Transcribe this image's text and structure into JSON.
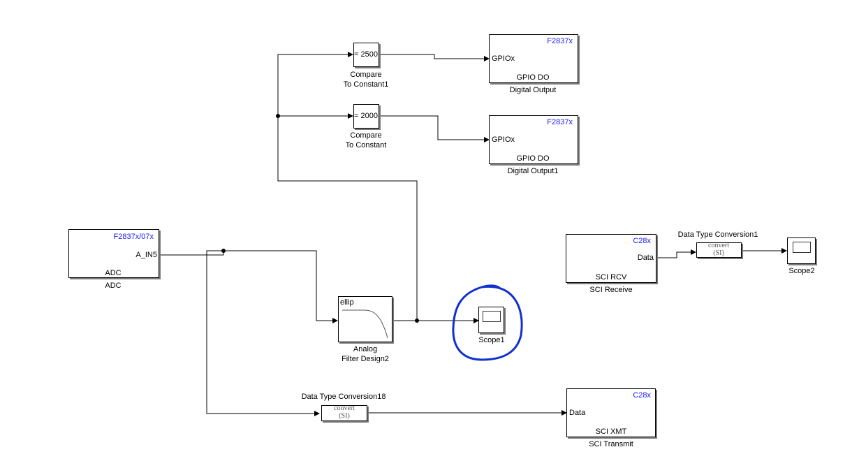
{
  "blocks": {
    "adc": {
      "target": "F2837x/07x",
      "port": "A_IN5",
      "inner": "ADC",
      "caption": "ADC"
    },
    "cmp1": {
      "value": "= 2500",
      "caption1": "Compare",
      "caption2": "To Constant1"
    },
    "cmp2": {
      "value": "= 2000",
      "caption1": "Compare",
      "caption2": "To Constant"
    },
    "gpio1": {
      "target": "F2837x",
      "port": "GPIOx",
      "inner": "GPIO DO",
      "caption": "Digital Output"
    },
    "gpio2": {
      "target": "F2837x",
      "port": "GPIOx",
      "inner": "GPIO DO",
      "caption": "Digital Output1"
    },
    "filter": {
      "inner": "ellip",
      "caption1": "Analog",
      "caption2": "Filter Design2"
    },
    "scope1": {
      "caption": "Scope1"
    },
    "scope2": {
      "caption": "Scope2"
    },
    "sci_rcv": {
      "target": "C28x",
      "port": "Data",
      "inner": "SCI RCV",
      "caption": "SCI Receive"
    },
    "conv1": {
      "title": "Data Type Conversion1",
      "line1": "convert",
      "line2": "(SI)"
    },
    "conv18": {
      "title": "Data Type Conversion18",
      "line1": "convert",
      "line2": "(SI)"
    },
    "sci_xmt": {
      "target": "C28x",
      "port": "Data",
      "inner": "SCI XMT",
      "caption": "SCI Transmit"
    }
  },
  "annotation": {
    "color": "#1030d0"
  },
  "colors": {
    "line": "#000000",
    "target_text": "#1a1aff",
    "shadow": "#7a7a7a"
  }
}
